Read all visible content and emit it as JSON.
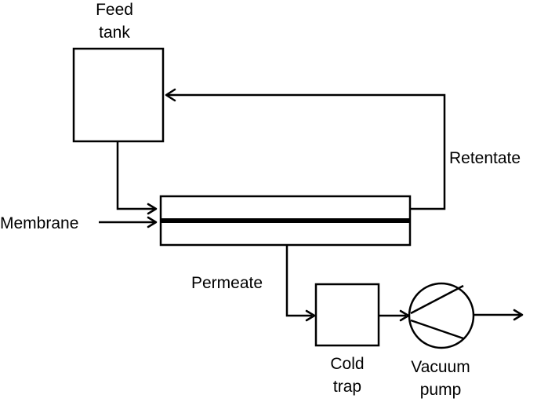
{
  "diagram": {
    "labels": {
      "feed_tank_line1": "Feed",
      "feed_tank_line2": "tank",
      "retentate": "Retentate",
      "membrane": "Membrane",
      "permeate": "Permeate",
      "cold_trap_line1": "Cold",
      "cold_trap_line2": "trap",
      "vacuum_pump_line1": "Vacuum",
      "vacuum_pump_line2": "pump"
    },
    "colors": {
      "stroke": "#000000",
      "background": "#ffffff"
    }
  }
}
